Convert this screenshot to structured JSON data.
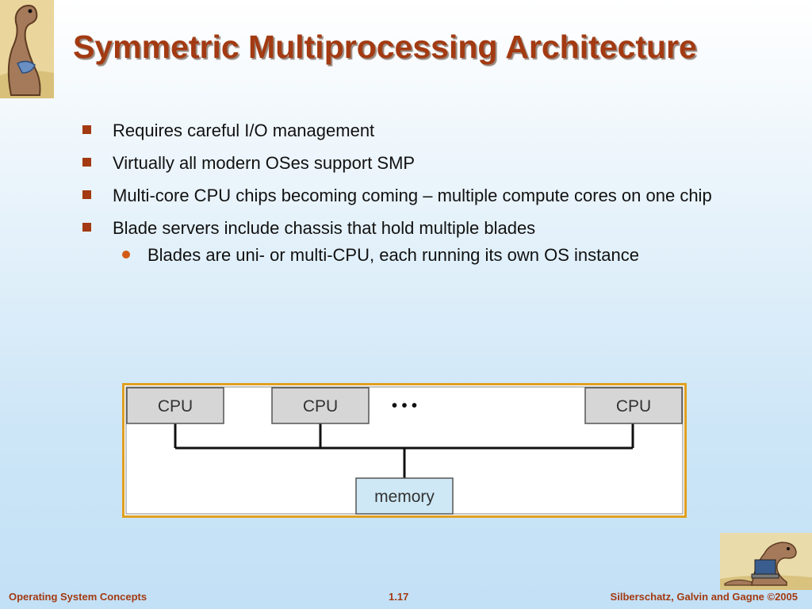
{
  "slide": {
    "title": "Symmetric Multiprocessing Architecture",
    "bullets": [
      "Requires careful I/O management",
      "Virtually all modern OSes support SMP",
      "Multi-core CPU chips becoming coming – multiple compute cores on one chip",
      "Blade servers include chassis that hold multiple blades"
    ],
    "sub_bullets": [
      "Blades are uni- or multi-CPU, each running its own OS instance"
    ]
  },
  "diagram": {
    "cpu_labels": [
      "CPU",
      "CPU",
      "CPU"
    ],
    "ellipsis": "• • •",
    "memory_label": "memory",
    "colors": {
      "box": "#d6d6d6",
      "memory": "#cfe8f6",
      "frame": "#e0a020",
      "line": "#111111"
    }
  },
  "footer": {
    "left": "Operating System Concepts",
    "center": "1.17",
    "right": "Silberschatz, Galvin and Gagne ©2005"
  },
  "colors": {
    "title": "#a33a12",
    "bullet": "#a33a12",
    "footer": "#a33a12"
  },
  "icons": {
    "top_logo": "dinosaur-logo-icon",
    "bottom_logo": "dinosaur-laptop-icon"
  }
}
